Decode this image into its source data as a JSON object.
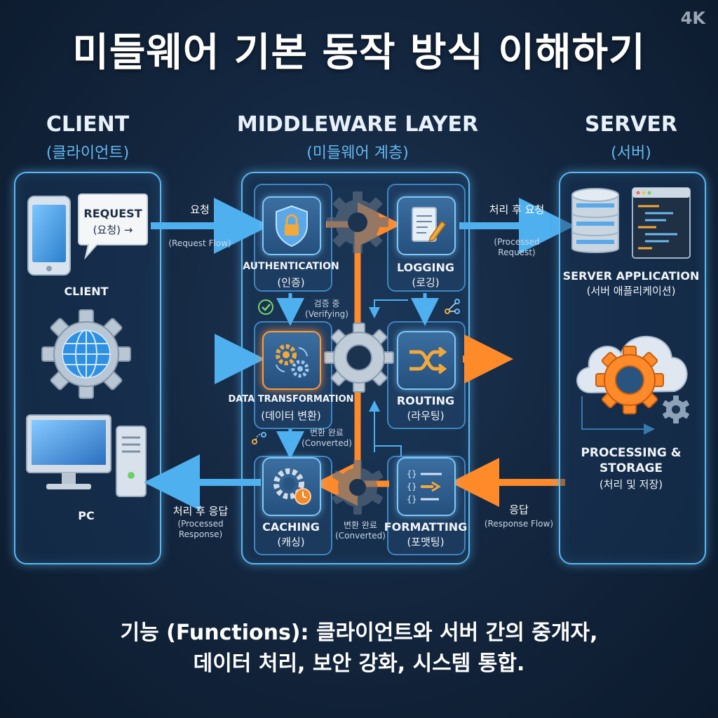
{
  "badge": "4K",
  "title": "미들웨어 기본 동작 방식 이해하기",
  "columns": {
    "client": {
      "title": "CLIENT",
      "subtitle": "(클라이언트)"
    },
    "middleware": {
      "title": "MIDDLEWARE LAYER",
      "subtitle": "(미들웨어 계층)"
    },
    "server": {
      "title": "SERVER",
      "subtitle": "(서버)"
    }
  },
  "client_panel": {
    "request_bubble_line1": "REQUEST",
    "request_bubble_line2": "(요청) →",
    "phone_label": "CLIENT",
    "pc_label": "PC"
  },
  "flows": {
    "request_ko": "요청",
    "request_en": "(Request Flow)",
    "processed_request_ko": "처리 후 요청",
    "processed_request_en_1": "(Processed",
    "processed_request_en_2": "Request)",
    "response_ko": "응답",
    "response_en": "(Response Flow)",
    "processed_response_ko": "처리 후 응답",
    "processed_response_en_1": "(Processed",
    "processed_response_en_2": "Response)"
  },
  "middleware_steps": {
    "authentication": {
      "label": "AUTHENTICATION",
      "sub": "(인증)"
    },
    "logging": {
      "label": "LOGGING",
      "sub": "(로깅)"
    },
    "data_transformation": {
      "label": "DATA TRANSFORMATION",
      "sub": "(데이터 변환)"
    },
    "routing": {
      "label": "ROUTING",
      "sub": "(라우팅)"
    },
    "caching": {
      "label": "CACHING",
      "sub": "(캐싱)"
    },
    "formatting": {
      "label": "FORMATTING",
      "sub": "(포맷팅)"
    }
  },
  "middleware_notes": {
    "verifying_ko": "검증 중",
    "verifying_en": "(Verifying)",
    "converted_ko_1": "변환 완료",
    "converted_en_1": "(Converted)",
    "converted_ko_2": "변환 완료",
    "converted_en_2": "(Converted)"
  },
  "server_panel": {
    "app_label": "SERVER APPLICATION",
    "app_sub": "(서버 애플리케이션)",
    "processing_line1": "PROCESSING &",
    "processing_line2": "STORAGE",
    "processing_sub": "(처리 및 저장)"
  },
  "footer": {
    "line1": "기능 (Functions): 클라이언트와 서버 간의 중개자,",
    "line2": "데이터 처리, 보안 강화, 시스템 통합."
  },
  "colors": {
    "accent_blue": "#5cb8ef",
    "accent_orange": "#ff8a2a",
    "background": "#142740"
  }
}
